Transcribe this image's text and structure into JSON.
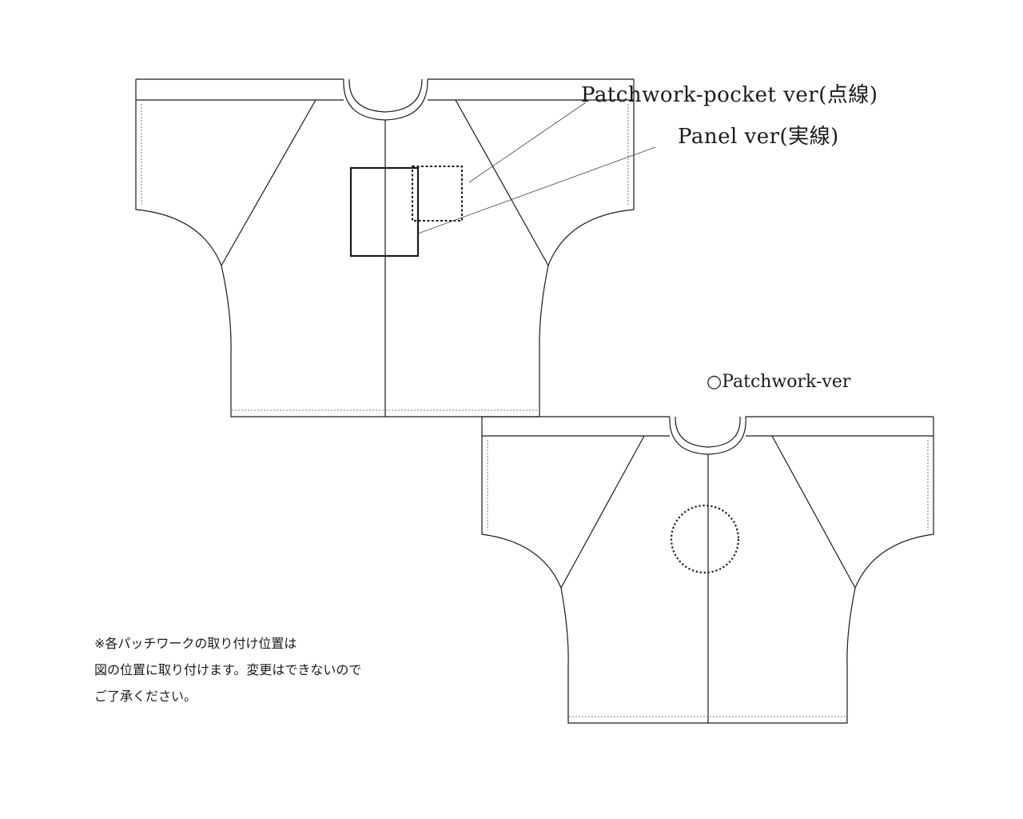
{
  "labels": {
    "patchwork_pocket": "Patchwork-pocket ver(点線)",
    "panel": "Panel ver(実線)",
    "patchwork_ver": "○Patchwork-ver"
  },
  "note": {
    "lines": [
      "※各パッチワークの取り付け位置は",
      "図の位置に取り付けます。変更はできないので",
      "ご了承ください。"
    ]
  },
  "colors": {
    "line": "#1a1a1a",
    "background": "#ffffff"
  }
}
